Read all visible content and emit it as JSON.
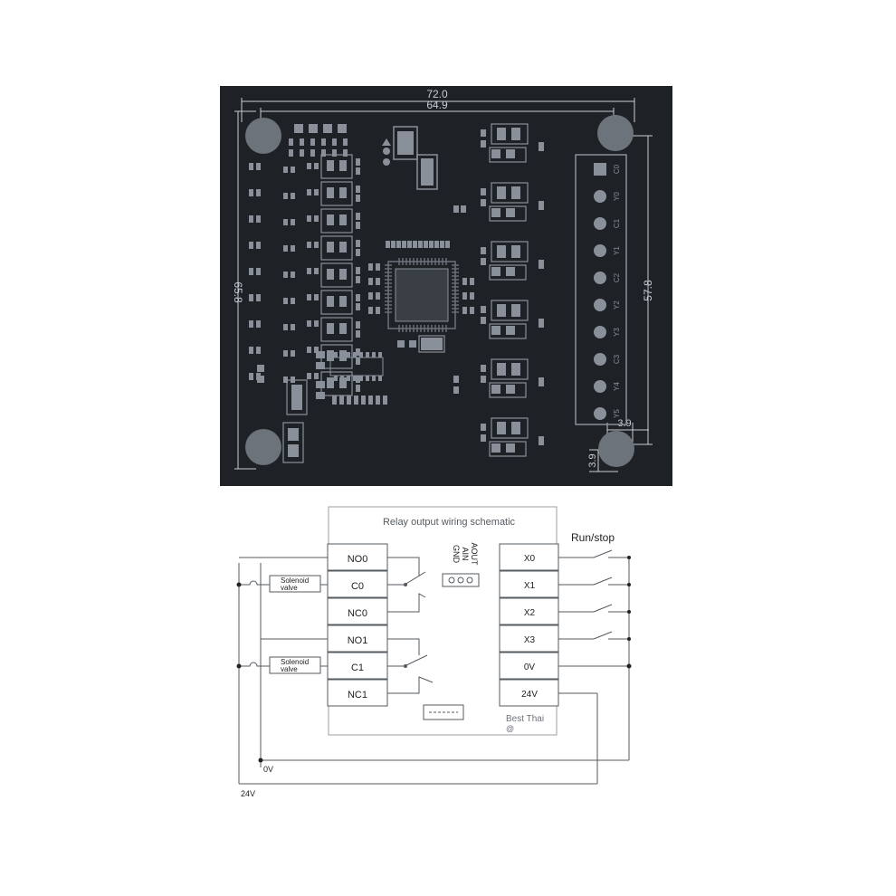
{
  "pcb": {
    "dim_width_outer": "72.0",
    "dim_width_inner": "64.9",
    "dim_height_left": "65.8",
    "dim_height_right": "57.8",
    "dim_offset_h": "3.9",
    "dim_offset_v": "3.9",
    "terminal_labels": [
      "C0",
      "Y0",
      "C1",
      "Y1",
      "C2",
      "Y2",
      "Y3",
      "C3",
      "Y4",
      "Y5"
    ],
    "colors": {
      "board": "#1e2126",
      "silk": "#6d737b",
      "pad": "#8a9099",
      "dim": "#c9ced4"
    }
  },
  "schematic": {
    "title": "Relay output wiring schematic",
    "run_stop_label": "Run/stop",
    "left_terminals": [
      "NO0",
      "C0",
      "NC0",
      "NO1",
      "C1",
      "NC1"
    ],
    "right_terminals": [
      "X0",
      "X1",
      "X2",
      "X3",
      "0V",
      "24V"
    ],
    "analog_pins": [
      "AOUT",
      "AIN",
      "GND"
    ],
    "solenoid_label_line1": "Solenoid",
    "solenoid_label_line2": "valve",
    "watermark_line1": "Best Thai",
    "watermark_line2": "@",
    "rail_0v": "0V",
    "rail_24v": "24V"
  }
}
